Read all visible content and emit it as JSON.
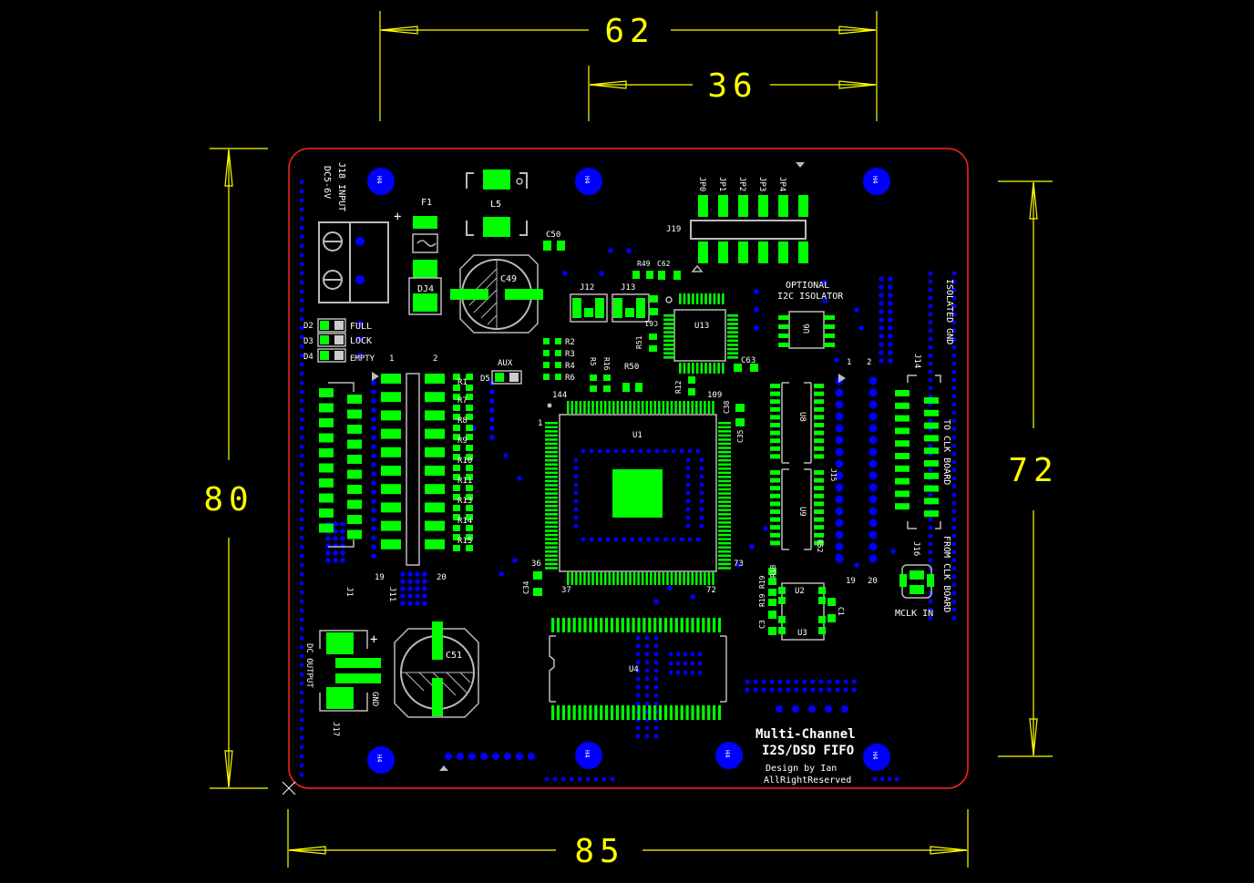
{
  "dimensions": {
    "top_outer": "62",
    "top_inner": "36",
    "left": "80",
    "right": "72",
    "bottom": "85"
  },
  "mount_label": "H4",
  "labels": {
    "j18": "J18 INPUT",
    "dc_in": "DC5-6V",
    "f1": "F1",
    "l5": "L5",
    "c50": "C50",
    "c49": "C49",
    "dj4": "DJ4",
    "d2": "D2",
    "d3": "D3",
    "d4": "D4",
    "full": "FULL",
    "lock": "LOCK",
    "empty": "EMPTY",
    "j_1": "1",
    "j_2": "2",
    "aux": "AUX",
    "d5": "D5",
    "pin1": "1",
    "pin19": "19",
    "pin20": "20",
    "j1": "J1",
    "j11": "J11",
    "r_list": [
      "R1",
      "R7",
      "R8",
      "R9",
      "R10",
      "R11",
      "R13",
      "R14",
      "R15"
    ],
    "r2": "R2",
    "r3": "R3",
    "r4": "R4",
    "r6": "R6",
    "r5": "R5",
    "r16": "R16",
    "r50": "R50",
    "r49": "R49",
    "c62": "C62",
    "j12": "J12",
    "j13": "J13",
    "r51": "R51",
    "c61": "C61",
    "u13": "U13",
    "r12": "R12",
    "c63": "C63",
    "optional": "OPTIONAL",
    "i2c_iso": "I2C ISOLATOR",
    "u6": "U6",
    "jp": [
      "JP0",
      "JP1",
      "JP2",
      "JP3",
      "JP4"
    ],
    "j19": "J19",
    "u1": "U1",
    "u1_144": "144",
    "u1_109": "109",
    "u1_1": "1",
    "u1_36": "36",
    "u1_37": "37",
    "u1_72": "72",
    "u1_73": "73",
    "c34": "C34",
    "c35": "C35",
    "c38": "C38",
    "u8": "U8",
    "u9": "U9",
    "r52": "R52",
    "j15": "J15",
    "iso_gnd": "ISOLATED GND",
    "j14": "J14",
    "to_clk": "TO CLK BOARD",
    "j16": "J16",
    "from_clk": "FROM CLK BOARD",
    "mclk": "MCLK IN",
    "r19": "R19",
    "r18": "R18",
    "r19b": "R19",
    "u2": "U2",
    "u3": "U3",
    "c3": "C3",
    "c1": "C1",
    "u4": "U4",
    "c51": "C51",
    "dc_out": "DC OUTPUT",
    "gnd": "GND",
    "j17": "J17",
    "plus": "+",
    "title1": "Multi-Channel",
    "title2": "I2S/DSD FIFO",
    "design": "Design by Ian",
    "rights": "AllRightReserved"
  },
  "colors": {
    "dimension": "#ffff00",
    "outline": "#ff2020",
    "pad": "#00ff00",
    "via": "#0000ff",
    "silk": "#ffffff",
    "background": "#000000"
  }
}
